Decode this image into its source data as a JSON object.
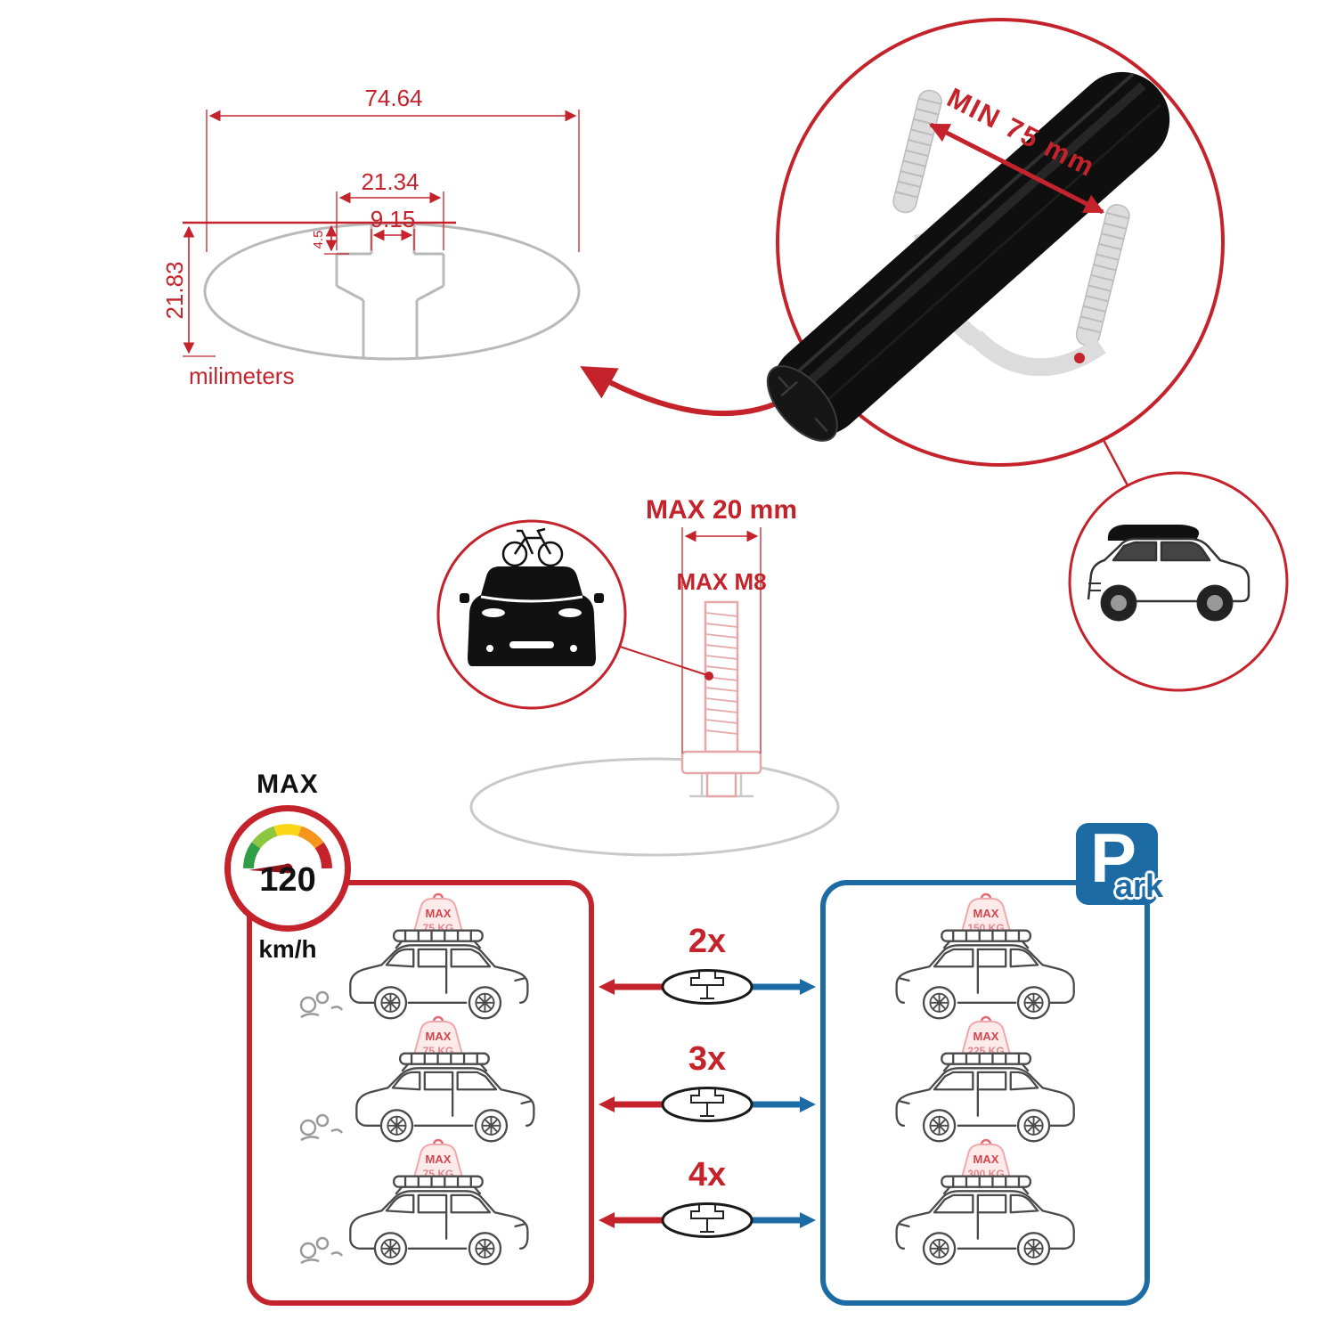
{
  "colors": {
    "red": "#c4232b",
    "blue": "#1c6ba4"
  },
  "profile_dimensions": {
    "total_width": "74.64",
    "slot_outer_width": "21.34",
    "slot_inner_width": "9.15",
    "lip_depth": "4.5",
    "total_height": "21.83",
    "units_label": "milimeters"
  },
  "crossbar_view": {
    "min_span_label": "MIN 75 mm"
  },
  "bolt_view": {
    "max_width_label": "MAX 20 mm",
    "max_thread_label": "MAX M8"
  },
  "speed_limit": {
    "title": "MAX",
    "value": "120",
    "unit": "km/h"
  },
  "parking_sign": {
    "letter": "P",
    "suffix": "ark"
  },
  "driving_panel": {
    "cars": [
      {
        "tag_max": "MAX",
        "tag_weight": "75 KG"
      },
      {
        "tag_max": "MAX",
        "tag_weight": "75 KG"
      },
      {
        "tag_max": "MAX",
        "tag_weight": "75 KG"
      }
    ]
  },
  "bar_multipliers": [
    {
      "label": "2x"
    },
    {
      "label": "3x"
    },
    {
      "label": "4x"
    }
  ],
  "parked_panel": {
    "cars": [
      {
        "tag_max": "MAX",
        "tag_weight": "150 KG"
      },
      {
        "tag_max": "MAX",
        "tag_weight": "225 KG"
      },
      {
        "tag_max": "MAX",
        "tag_weight": "300 KG"
      }
    ]
  }
}
